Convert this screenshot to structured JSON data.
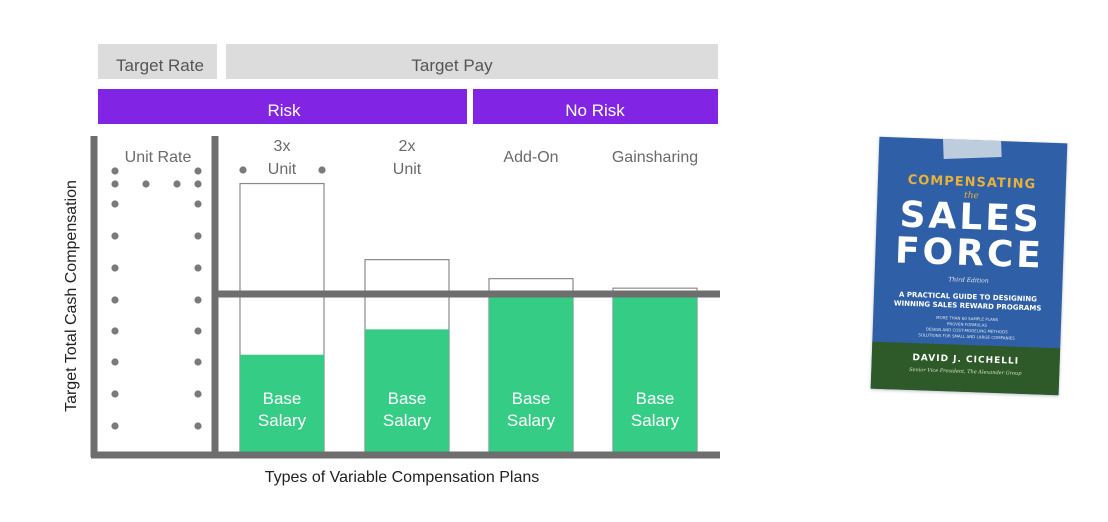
{
  "header": {
    "target_rate": "Target Rate",
    "target_pay": "Target Pay"
  },
  "risk_bar": {
    "risk": "Risk",
    "no_risk": "No Risk"
  },
  "axis": {
    "y_label": "Target Total Cash Compensation",
    "x_label": "Types of Variable Compensation Plans"
  },
  "unit_rate": {
    "label": "Unit Rate"
  },
  "columns": [
    {
      "label_lines": [
        "3x",
        "Unit"
      ],
      "base_label_lines": [
        "Base",
        "Salary"
      ],
      "total_level": 0.85,
      "base_level": 0.31
    },
    {
      "label_lines": [
        "2x",
        "Unit"
      ],
      "base_label_lines": [
        "Base",
        "Salary"
      ],
      "total_level": 0.61,
      "base_level": 0.39
    },
    {
      "label_lines": [
        "Add-On"
      ],
      "base_label_lines": [
        "Base",
        "Salary"
      ],
      "total_level": 0.55,
      "base_level": 0.5
    },
    {
      "label_lines": [
        "Gainsharing"
      ],
      "base_label_lines": [
        "Base",
        "Salary"
      ],
      "total_level": 0.52,
      "base_level": 0.5
    }
  ],
  "colors": {
    "header_bg": "#dcdcdc",
    "header_text": "#555555",
    "risk_bg": "#8224e3",
    "risk_text": "#ffffff",
    "axis": "#6e6e6e",
    "label_text": "#6a6a6a",
    "base_salary": "#35cd86",
    "dot": "#7a7a7a"
  },
  "book": {
    "title_line_1": "COMPENSATING",
    "title_the": "the",
    "title_line_2": "SALES",
    "title_line_3": "FORCE",
    "edition": "Third Edition",
    "subtitle_line_1": "A PRACTICAL GUIDE TO DESIGNING",
    "subtitle_line_2": "WINNING SALES REWARD PROGRAMS",
    "bullet_1": "MORE THAN 60 SAMPLE PLANS",
    "bullet_2": "PROVEN FORMULAS",
    "bullet_3": "DESIGN AND COST-MODELING METHODS",
    "bullet_4": "SOLUTIONS FOR SMALL AND LARGE COMPANIES",
    "author": "DAVID J. CICHELLI",
    "author_title": "Senior Vice President, The Alexander Group",
    "colors": {
      "cover": "#2f5fa6",
      "accent": "#e8b23a",
      "footer": "#2d5a28"
    }
  }
}
